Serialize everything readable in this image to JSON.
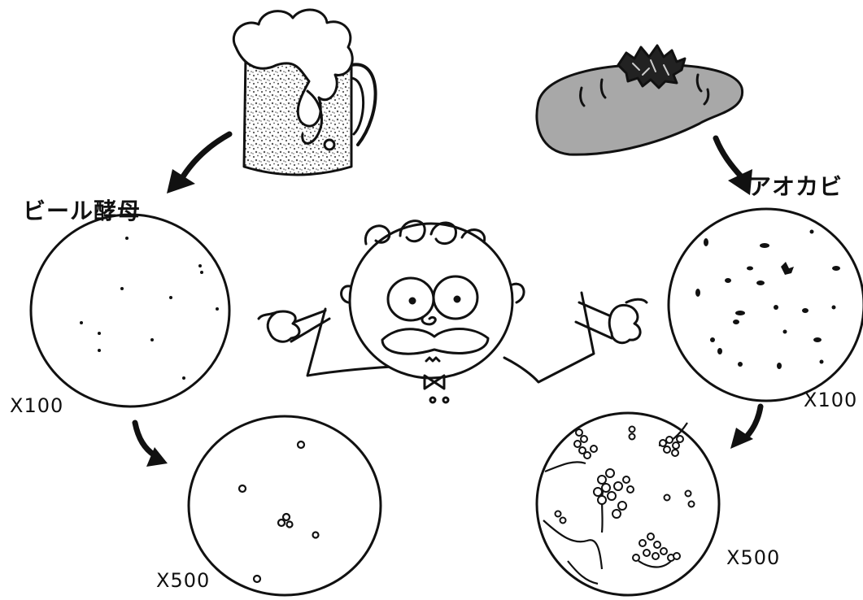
{
  "labels": {
    "yeast": "ビール酵母",
    "mold": "アオカビ",
    "yeast_x100": "X100",
    "yeast_x500": "X500",
    "mold_x100": "X100",
    "mold_x500": "X500"
  },
  "colors": {
    "ink": "#111111",
    "bread": "#a8a8a8",
    "beer_speckle": "#555555",
    "paper": "#ffffff"
  }
}
